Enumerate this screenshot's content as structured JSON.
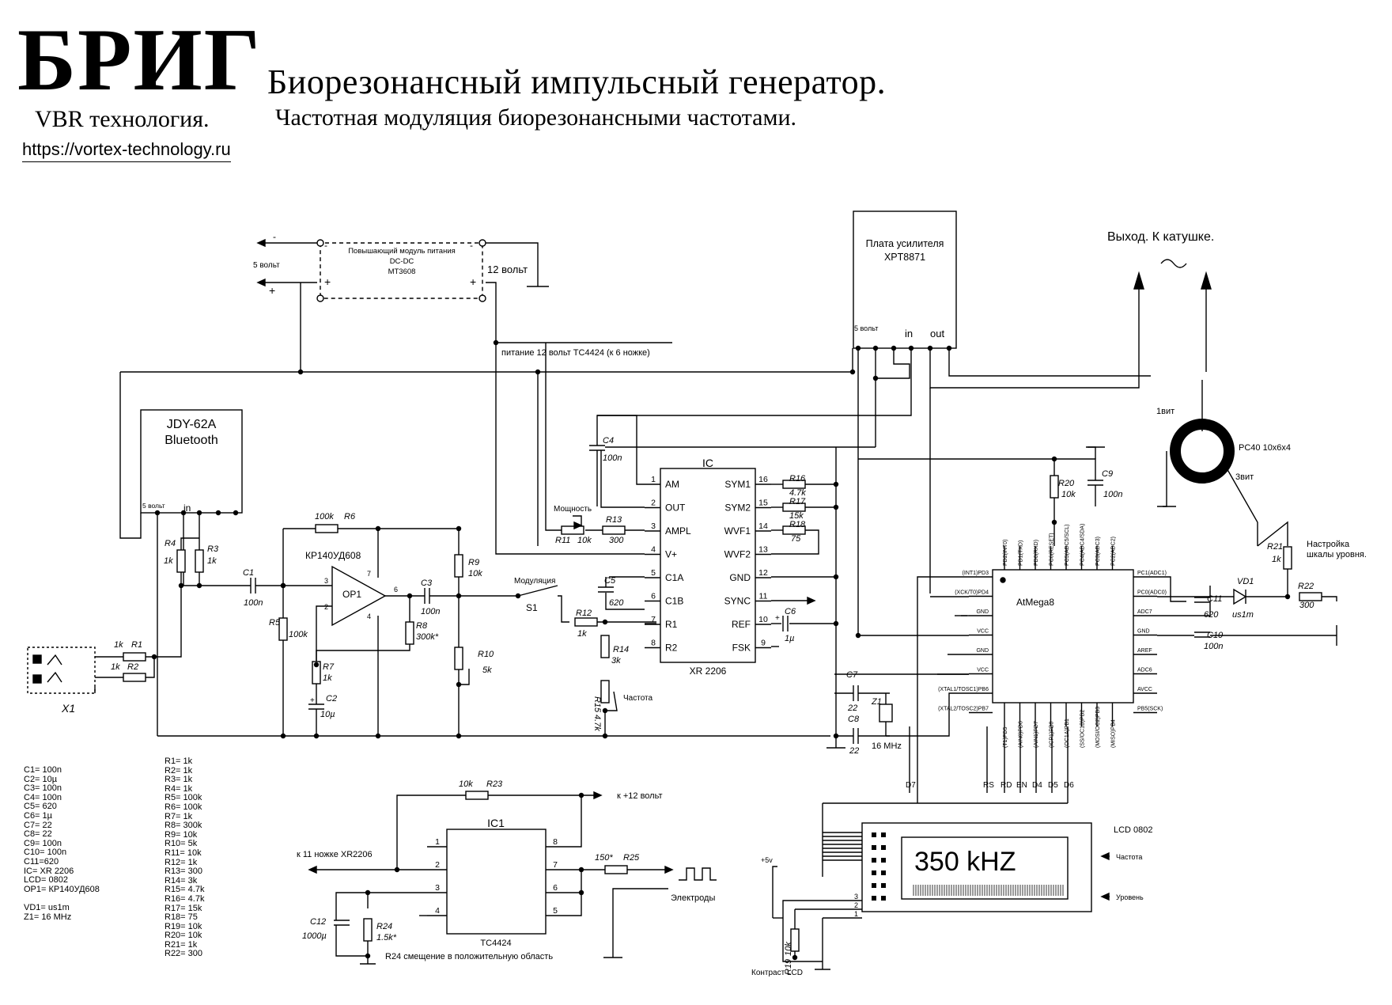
{
  "header": {
    "logo": "БРИГ",
    "subtitle": "VBR технология.",
    "url": "https://vortex-technology.ru",
    "title": "Биорезонансный импульсный генератор.",
    "title2": "Частотная модуляция биорезонансными частотами."
  },
  "power": {
    "module_title": "Повышающий модуль питания",
    "module_type": "DC-DC",
    "module_chip": "MT3608",
    "in_label": "5 вольт",
    "out_label": "12 вольт",
    "supply_note": "питание 12 вольт  TC4424 (к 6 ножке)"
  },
  "amp": {
    "title": "Плата усилителя",
    "chip": "XPT8871",
    "supply": "5 вольт",
    "in": "in",
    "out": "out"
  },
  "output": {
    "label": "Выход. К катушке."
  },
  "bt": {
    "name": "JDY-62A",
    "type": "Bluetooth",
    "supply": "5 вольт",
    "in": "in"
  },
  "opamp": {
    "name": "OP1",
    "type": "КР140УД608"
  },
  "ic": {
    "name": "IC",
    "type": "XR 2206",
    "left_pins": [
      [
        "1",
        "AM"
      ],
      [
        "2",
        "OUT"
      ],
      [
        "3",
        "AMPL"
      ],
      [
        "4",
        "V+"
      ],
      [
        "5",
        "C1A"
      ],
      [
        "6",
        "C1B"
      ],
      [
        "7",
        "R1"
      ],
      [
        "8",
        "R2"
      ]
    ],
    "right_pins": [
      [
        "16",
        "SYM1"
      ],
      [
        "15",
        "SYM2"
      ],
      [
        "14",
        "WVF1"
      ],
      [
        "13",
        "WVF2"
      ],
      [
        "12",
        "GND"
      ],
      [
        "11",
        "SYNC"
      ],
      [
        "10",
        "REF"
      ],
      [
        "9",
        "FSK"
      ]
    ]
  },
  "ic1": {
    "name": "IC1",
    "type": "TC4424",
    "pins_left": [
      "1",
      "2",
      "3",
      "4"
    ],
    "pins_right": [
      "8",
      "7",
      "6",
      "5"
    ],
    "to_12v": "к +12 вольт",
    "from_xr": "к 11 ножке XR2206",
    "electrodes": "Электроды",
    "note": "R24 смещение в положительную область"
  },
  "mcu": {
    "name": "AtMega8",
    "left_pins": [
      "(INT1)PD3",
      "(XCK/T0)PD4",
      "GND",
      "VCC",
      "GND",
      "VCC",
      "(XTAL1/TOSC1)PB6",
      "(XTAL2/TOSC2)PB7"
    ],
    "top_pins": [
      "PD2(INT0)",
      "PD1(TXD)",
      "PD0(RXD)",
      "PC6(RESET)",
      "PC5(ADC5/SCL)",
      "PC4(ADC4/SDA)",
      "PC3(ADC3)",
      "PC2(ADC2)"
    ],
    "right_pins": [
      "PC1(ADC1)",
      "PC0(ADC0)",
      "ADC7",
      "GND",
      "AREF",
      "ADC6",
      "AVCC",
      "PB5(SCK)"
    ],
    "bottom_pins": [
      "(T1)PD5",
      "(AIN0)PD6",
      "(AIN1)PD7",
      "(ICP1)PB0",
      "(OC1A)PB1",
      "(SS/OC1B)PB2",
      "(MOSI/OC2)PB3",
      "(MISO)PB4"
    ],
    "lcd_lines": [
      "D7",
      "RS",
      "RD",
      "EN",
      "D4",
      "D5",
      "D6"
    ]
  },
  "lcd": {
    "label": "LCD  0802",
    "display": "350 kHZ",
    "freq": "Частота",
    "level": "Уровень",
    "contrast": "Контраст LCD",
    "plus5": "+5v",
    "pins": [
      "3",
      "2",
      "1"
    ]
  },
  "toroid": {
    "turn1": "1вит",
    "turn3": "3вит",
    "core": "PC40 10x6x4"
  },
  "labels": {
    "x1": "X1",
    "mod": "Модуляция",
    "s1": "S1",
    "power_pot": "Мощность",
    "freq_pot": "Частота",
    "level_adj_1": "Настройка",
    "level_adj_2": "шкалы уровня.",
    "crystal": "16 MHz"
  },
  "parts": {
    "R1_n": "R1",
    "R1_v": "1k",
    "R2_n": "R2",
    "R2_v": "1k",
    "R3_n": "R3",
    "R3_v": "1k",
    "R4_n": "R4",
    "R4_v": "1k",
    "R5_n": "R5",
    "R5_v": "100k",
    "R6_n": "R6",
    "R6_v": "100k",
    "R7_n": "R7",
    "R7_v": "1k",
    "R8_n": "R8",
    "R8_v": "300k*",
    "R9_n": "R9",
    "R9_v": "10k",
    "R10_n": "R10",
    "R10_v": "5k",
    "R11_n": "R11",
    "R11_v": "10k",
    "R12_n": "R12",
    "R12_v": "1k",
    "R13_n": "R13",
    "R13_v": "300",
    "R14_n": "R14",
    "R14_v": "3k",
    "R15_n": "R15",
    "R15_v": "4.7k",
    "R16_n": "R16",
    "R16_v": "4.7k",
    "R17_n": "R17",
    "R17_v": "15k",
    "R18_n": "R18",
    "R18_v": "75",
    "R19_n": "R19",
    "R19_v": "10k",
    "R20_n": "R20",
    "R20_v": "10k",
    "R21_n": "R21",
    "R21_v": "1k",
    "R22_n": "R22",
    "R22_v": "300",
    "R23_n": "R23",
    "R23_v": "10k",
    "R24_n": "R24",
    "R24_v": "1.5k*",
    "R25_n": "R25",
    "R25_v": "150*",
    "C1_n": "C1",
    "C1_v": "100n",
    "C2_n": "C2",
    "C2_v": "10µ",
    "C3_n": "C3",
    "C3_v": "100n",
    "C4_n": "C4",
    "C4_v": "100n",
    "C5_n": "C5",
    "C5_v": "620",
    "C6_n": "C6",
    "C6_v": "1µ",
    "C7_n": "C7",
    "C7_v": "22",
    "C8_n": "C8",
    "C8_v": "22",
    "C9_n": "C9",
    "C9_v": "100n",
    "C10_n": "C10",
    "C10_v": "100n",
    "C11_n": "C11",
    "C11_v": "620",
    "C12_n": "C12",
    "C12_v": "1000µ",
    "VD1_n": "VD1",
    "VD1_v": "us1m",
    "Z1_n": "Z1"
  },
  "bom_left": [
    "C1= 100n",
    "C2= 10µ",
    "C3= 100n",
    "C4= 100n",
    "C5= 620",
    "C6= 1µ",
    "C7= 22",
    "C8= 22",
    "C9= 100n",
    "C10= 100n",
    "C11=620",
    "IC= XR 2206",
    "LCD= 0802",
    "OP1= КР140УД608",
    "",
    "VD1= us1m",
    "Z1= 16 MHz"
  ],
  "bom_right": [
    "R1= 1k",
    "R2= 1k",
    "R3= 1k",
    "R4= 1k",
    "R5= 100k",
    "R6= 100k",
    "R7= 1k",
    "R8= 300k",
    "R9= 10k",
    "R10= 5k",
    "R11= 10k",
    "R12= 1k",
    "R13= 300",
    "R14= 3k",
    "R15= 4.7k",
    "R16= 4.7k",
    "R17= 15k",
    "R18= 75",
    "R19= 10k",
    "R20= 10k",
    "R21= 1k",
    "R22= 300"
  ]
}
